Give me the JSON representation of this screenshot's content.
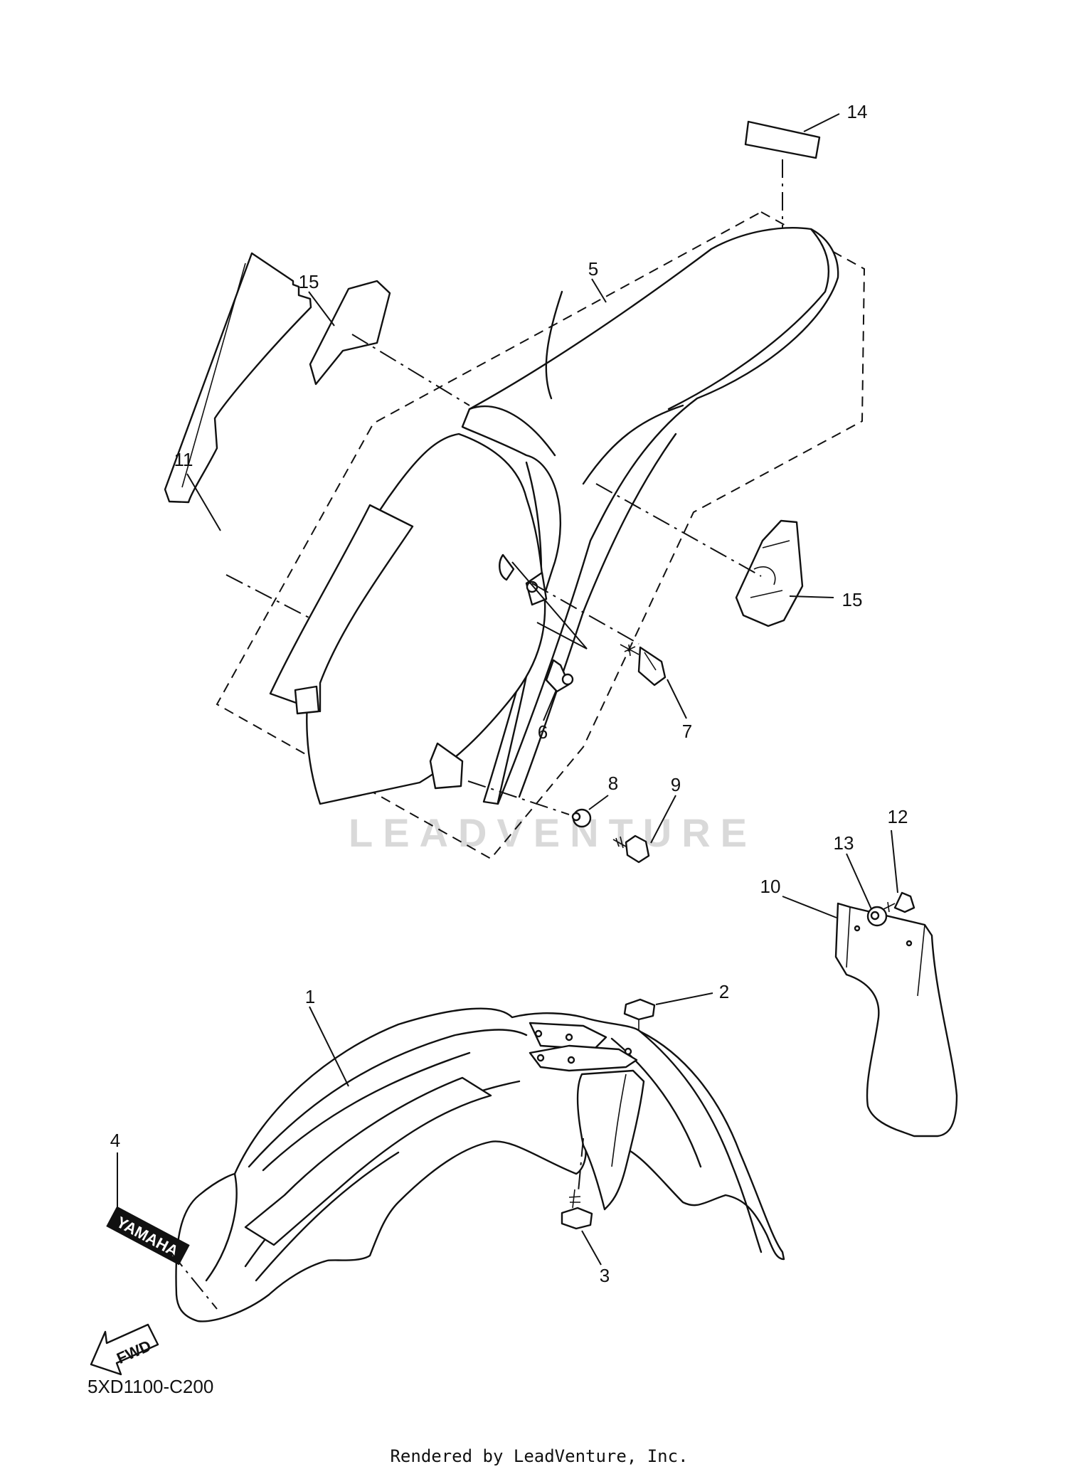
{
  "diagram": {
    "callouts": [
      "1",
      "2",
      "3",
      "4",
      "5",
      "6",
      "7",
      "8",
      "9",
      "10",
      "11",
      "12",
      "13",
      "14",
      "15",
      "15"
    ],
    "decal_text": "YAMAHA",
    "fwd_arrow_text": "FWD",
    "part_code": "5XD1100-C200",
    "watermark": "LEADVENTURE",
    "footer": "Rendered by LeadVenture, Inc."
  }
}
